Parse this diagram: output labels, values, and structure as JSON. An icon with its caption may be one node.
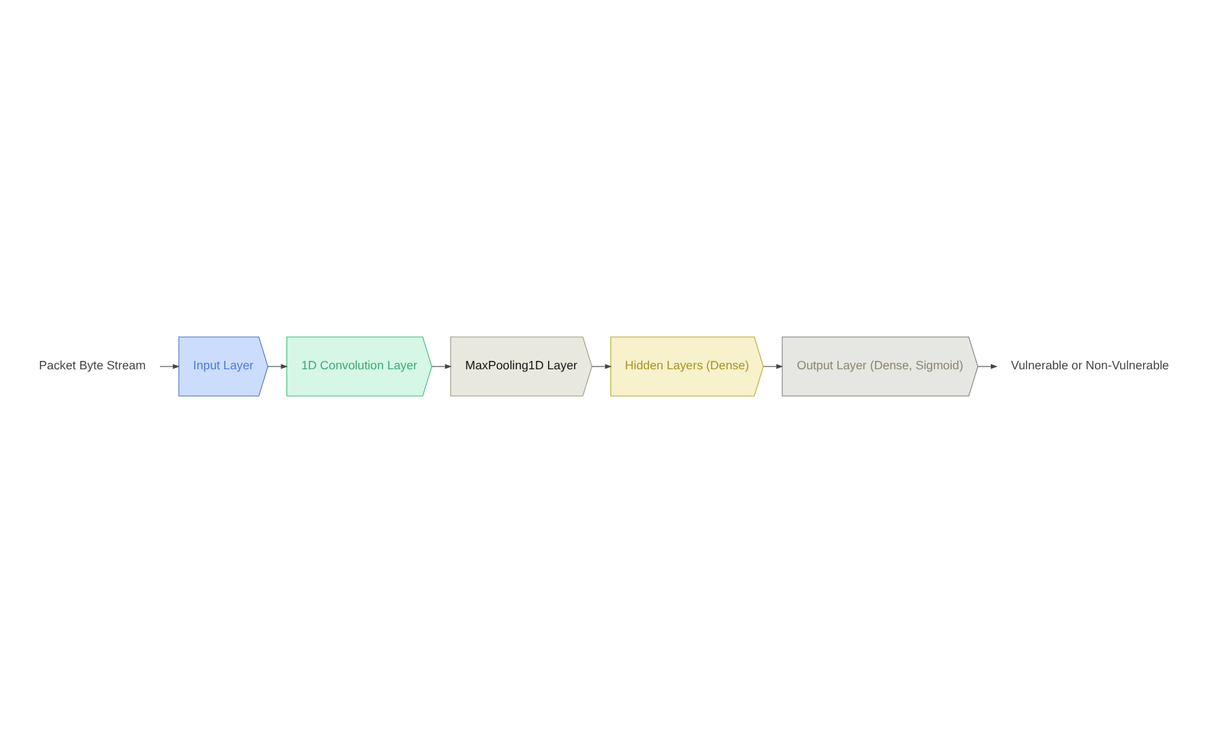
{
  "diagram": {
    "nodes": [
      {
        "text": [
          "Packet Byte Stream"
        ]
      },
      {
        "text": [
          "Input Layer"
        ]
      },
      {
        "text": [
          "1D Convolution Layer"
        ]
      },
      {
        "text": [
          "MaxPooling1D Layer"
        ]
      },
      {
        "text": [
          "Hidden Layers (Dense)"
        ]
      },
      {
        "text": [
          "Output Layer (Dense, Sigmoid)"
        ]
      },
      {
        "text": [
          "Vulnerable or Non-Vulnerable"
        ]
      }
    ],
    "edges": [
      {
        "from": 0,
        "to": 1,
        "arrow": "to"
      },
      {
        "from": 1,
        "to": 2,
        "arrow": "to"
      },
      {
        "from": 2,
        "to": 3,
        "arrow": "to"
      },
      {
        "from": 3,
        "to": 4,
        "arrow": "to"
      },
      {
        "from": 4,
        "to": 5,
        "arrow": "to"
      },
      {
        "from": 5,
        "to": 6,
        "arrow": "to"
      }
    ]
  }
}
